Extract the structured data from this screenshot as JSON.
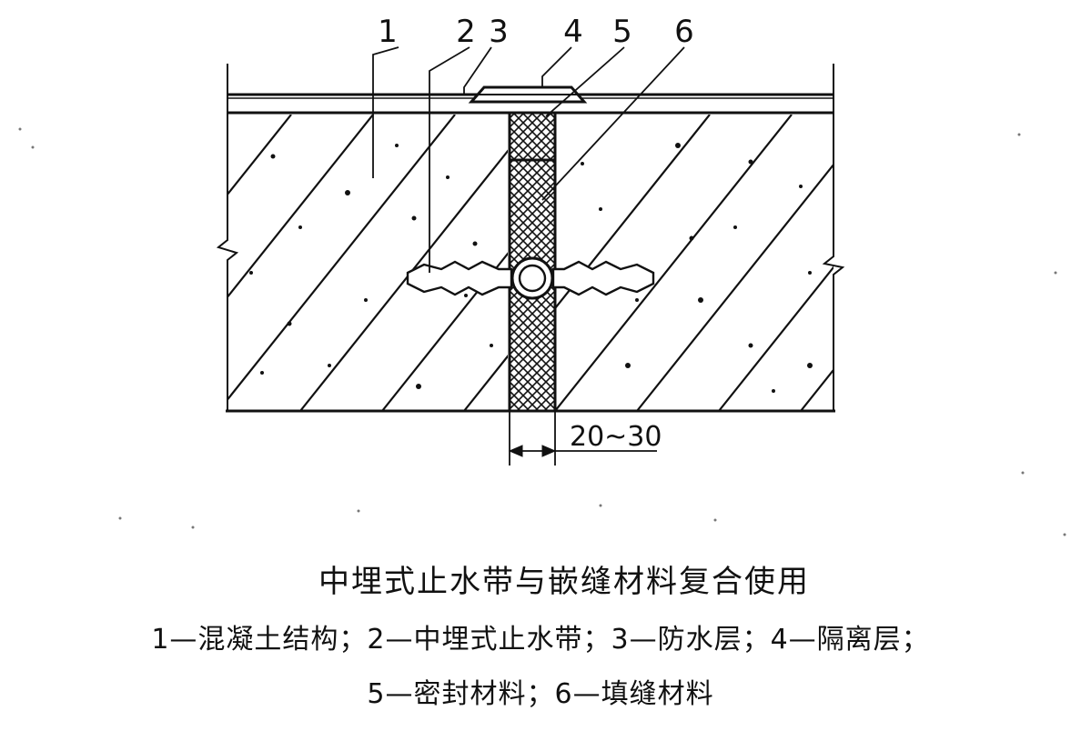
{
  "diagram": {
    "callouts": [
      "1",
      "2",
      "3",
      "4",
      "5",
      "6"
    ],
    "dimension": "20~30"
  },
  "caption": {
    "title": "中埋式止水带与嵌缝材料复合使用",
    "legend_line_1": "1—混凝土结构；2—中埋式止水带；3—防水层；4—隔离层；",
    "legend_line_2": "5—密封材料；6—填缝材料"
  }
}
